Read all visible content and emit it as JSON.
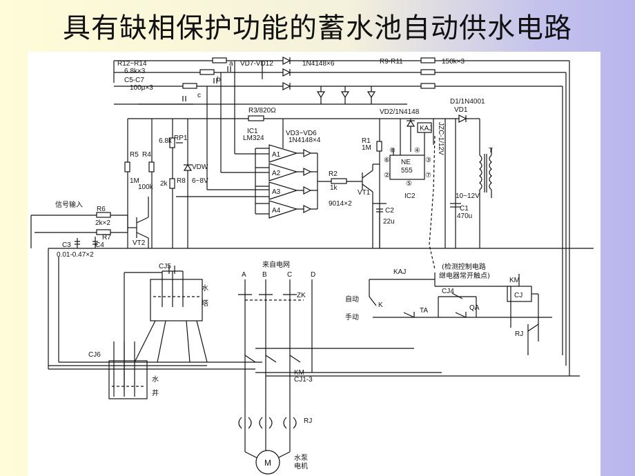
{
  "slide": {
    "title": "具有缺相保护功能的蓄水池自动供水电路"
  },
  "labels": {
    "r12_r14": "R12~R14",
    "r12_r14_val": "6.8k×3",
    "c5_c7": "C5-C7",
    "c5_c7_val": "100μ×3",
    "pin_a": "a",
    "pin_b": "b",
    "pin_c": "c",
    "vd7_vd12": "VD7-VD12",
    "in4148x6": "1N4148×6",
    "r9_r11": "R9-R11",
    "r9_val": "150k×3",
    "r3": "R3/820Ω",
    "vd2": "VD2/1N4148",
    "d1": "D1/1N4001",
    "vd1": "VD1",
    "ic1": "IC1",
    "lm324": "LM324",
    "vd3_vd6": "VD3~VD6",
    "vd3_val": "1N4148×4",
    "rp1_val": "6.8k",
    "rp1": "RP1",
    "r5": "R5",
    "r4": "R4",
    "vdw": "VDW",
    "vdw_val": "6~8V",
    "r5_val": "1M",
    "r4_val": "100k",
    "r8_val": "2k",
    "r8": "R8",
    "a1": "A1",
    "a2": "A2",
    "a3": "A3",
    "a4": "A4",
    "r2": "R2",
    "r2_val": "1k",
    "r1": "R1",
    "r1_val": "1M",
    "ne555": "NE",
    "ne555b": "555",
    "pin8": "⑧",
    "pin4": "④",
    "pin6": "⑥",
    "pin3": "③",
    "pin2": "②",
    "pin5": "⑤",
    "pin7": "⑦",
    "ic2": "IC2",
    "kaj_coil": "KAJ",
    "relay_v": "JZC-1/12V",
    "t": "T",
    "vt1": "VT1",
    "vt1_val": "9014×2",
    "c2": "C2",
    "c2_val": "22u",
    "tv_range": "10~12V",
    "c1": "C1",
    "c1_val": "470u",
    "signal_in": "信号输入",
    "r6": "R6",
    "r6_val": "2k×2",
    "r7": "R7",
    "c3": "C3",
    "c4": "C4",
    "c3_val": "0.01-0.47×2",
    "vt2": "VT2",
    "mains": "来自电网",
    "ph_a": "A",
    "ph_b": "B",
    "ph_c": "C",
    "ph_d": "D",
    "zk": "ZK",
    "cj5": "CJ5",
    "water_tower1": "水",
    "water_tower2": "塔",
    "cj6": "CJ6",
    "well1": "水",
    "well2": "井",
    "kaj": "KAJ",
    "note1": "(检测控制电路",
    "note2": "继电器常开触点)",
    "km_top": "KM",
    "cj4": "CJ4",
    "cj_coil": "CJ",
    "auto": "自动",
    "k": "K",
    "ta": "TA",
    "qa": "QA",
    "manual": "手动",
    "rj": "RJ",
    "km": "KM",
    "cj13": "CJ1-3",
    "rj2": "RJ",
    "motor": "M",
    "pump1": "水泵",
    "pump2": "电机"
  }
}
